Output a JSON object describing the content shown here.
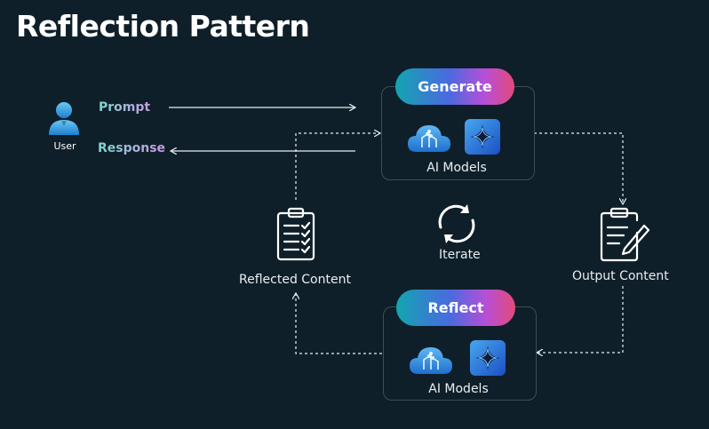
{
  "title": "Reflection Pattern",
  "user": {
    "label": "User",
    "icon": "user-icon"
  },
  "prompt_label": "Prompt",
  "response_label": "Response",
  "generate": {
    "label": "Generate",
    "models_label": "AI Models"
  },
  "reflect": {
    "label": "Reflect",
    "models_label": "AI Models"
  },
  "iterate_label": "Iterate",
  "reflected_content_label": "Reflected Content",
  "output_content_label": "Output Content",
  "icons": [
    "user-icon",
    "cloud-ai-icon",
    "sparkle-icon",
    "iterate-icon",
    "checklist-clipboard-icon",
    "edit-clipboard-icon"
  ],
  "colors": {
    "background": "#0f1f29",
    "pill_gradient": [
      "#12a5b0",
      "#4a6ae0",
      "#b64fd8",
      "#e34a7a"
    ]
  }
}
